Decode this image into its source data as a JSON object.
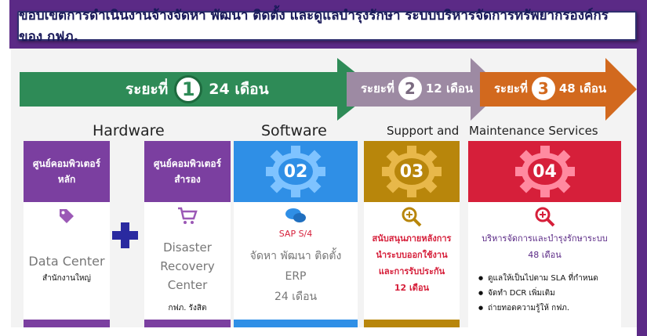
{
  "title": "ขอบเขตการดำเนินงานจ้างจัดหา พัฒนา ติดตั้ง และดูแลบำรุงรักษา ระบบบริหารจัดการทรัพยากรองค์กร ของ กฟภ.",
  "phases": [
    {
      "label": "ระยะที่",
      "number": "1",
      "duration": "24 เดือน",
      "color": "#2e8b57"
    },
    {
      "label": "ระยะที่",
      "number": "2",
      "duration": "12 เดือน",
      "color": "#9d8aa3"
    },
    {
      "label": "ระยะที่",
      "number": "3",
      "duration": "48 เดือน",
      "color": "#d2691e"
    }
  ],
  "sections": {
    "hardware": "Hardware",
    "software": "Software",
    "support": "Support and",
    "maintenance": "Maintenance Services"
  },
  "cards": {
    "dc_main": {
      "head": [
        "ศูนย์คอมพิวเตอร์",
        "หลัก"
      ],
      "title": "Data Center",
      "subtitle": "สำนักงานใหญ่",
      "icon": "tag-icon"
    },
    "dc_backup": {
      "head": [
        "ศูนย์คอมพิวเตอร์",
        "สำรอง"
      ],
      "lines": [
        "Disaster",
        "Recovery",
        "Center"
      ],
      "subtitle": "กฟภ. รังสิต",
      "icon": "cart-icon"
    },
    "software": {
      "number": "02",
      "product": "SAP S/4",
      "lines": [
        "จัดหา พัฒนา ติดตั้ง",
        "ERP",
        "24 เดือน"
      ],
      "icon": "chat-icon"
    },
    "support": {
      "number": "03",
      "lines": [
        "สนับสนุนภายหลังการ",
        "นำระบบออกใช้งาน",
        "และการรับประกัน",
        "12 เดือน"
      ],
      "icon": "zoom-in-icon"
    },
    "maintenance": {
      "number": "04",
      "lines": [
        "บริหารจัดการและบำรุงรักษาระบบ",
        "48 เดือน"
      ],
      "bullets": [
        "ดูแลให้เป็นไปตาม SLA ที่กำหนด",
        "จัดทำ DCR เพิ่มเติม",
        "ถ่ายทอดความรู้ให้ กฟภ."
      ],
      "icon": "zoom-in-icon"
    }
  },
  "colors": {
    "purple": "#7b3fa0",
    "blue": "#2f8fe6",
    "gold": "#b8860b",
    "red": "#d61f3a"
  }
}
